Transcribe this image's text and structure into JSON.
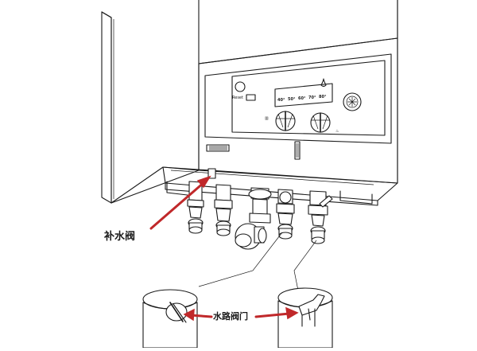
{
  "diagram": {
    "labels": {
      "makeup_valve": "补水阀",
      "water_valve": "水路阀门"
    },
    "panel": {
      "temperatures": [
        "40°",
        "50°",
        "60°",
        "70°",
        "80°"
      ]
    },
    "colors": {
      "arrow": "#c0282a",
      "line": "#1a1a1a",
      "background": "#ffffff"
    }
  }
}
